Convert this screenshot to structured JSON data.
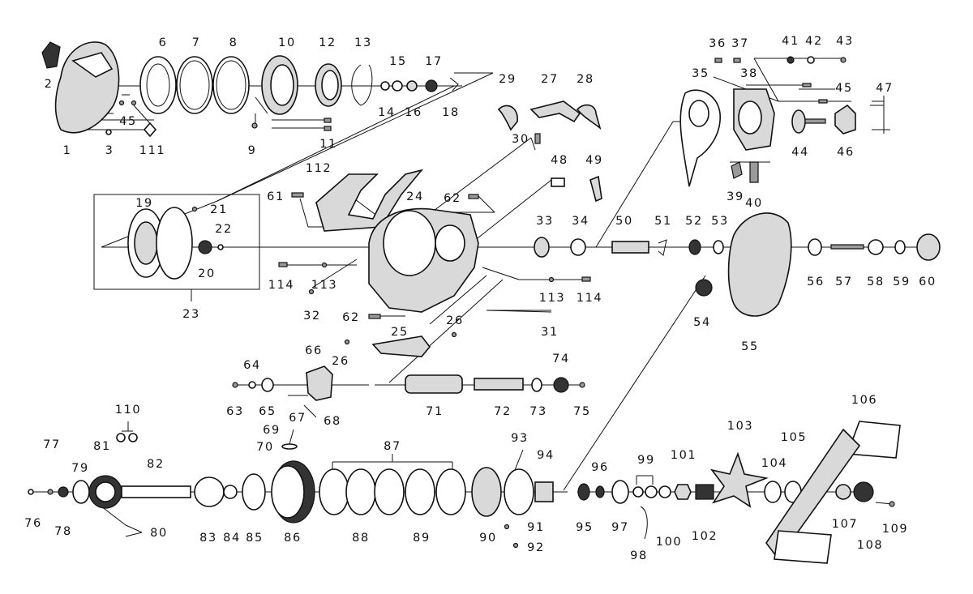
{
  "diagram": {
    "kind": "exploded-parts-view",
    "part_numbers": [
      "1",
      "2",
      "3",
      "45",
      "111",
      "6",
      "7",
      "8",
      "10",
      "9",
      "11",
      "12",
      "13",
      "14",
      "15",
      "16",
      "17",
      "18",
      "29",
      "27",
      "28",
      "30",
      "36",
      "37",
      "35",
      "38",
      "41",
      "42",
      "43",
      "45",
      "47",
      "44",
      "46",
      "39",
      "40",
      "112",
      "61",
      "19",
      "21",
      "22",
      "20",
      "23",
      "24",
      "62",
      "48",
      "49",
      "33",
      "34",
      "50",
      "51",
      "52",
      "53",
      "56",
      "57",
      "58",
      "59",
      "60",
      "114",
      "113",
      "32",
      "113",
      "114",
      "62",
      "26",
      "25",
      "26",
      "31",
      "54",
      "55",
      "66",
      "64",
      "63",
      "65",
      "67",
      "68",
      "69",
      "70",
      "71",
      "72",
      "73",
      "74",
      "75",
      "110",
      "77",
      "81",
      "79",
      "82",
      "76",
      "78",
      "80",
      "83",
      "84",
      "85",
      "86",
      "87",
      "88",
      "89",
      "90",
      "91",
      "92",
      "93",
      "94",
      "95",
      "96",
      "97",
      "98",
      "99",
      "100",
      "101",
      "102",
      "103",
      "104",
      "105",
      "106",
      "107",
      "108",
      "109"
    ]
  }
}
